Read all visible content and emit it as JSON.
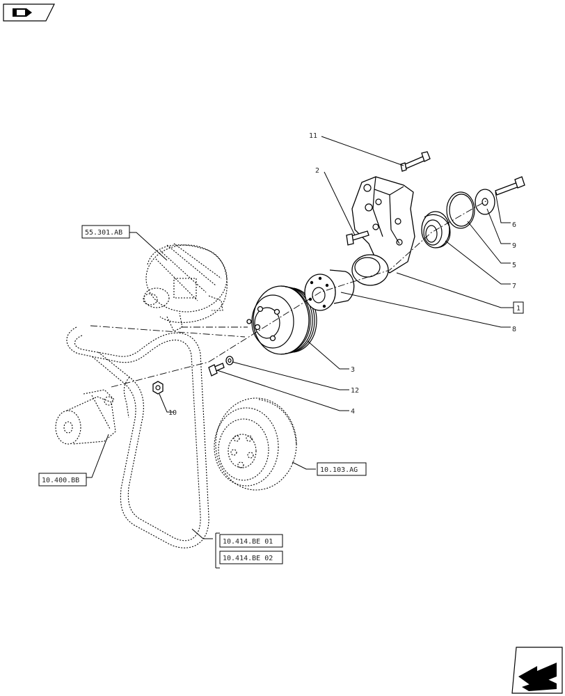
{
  "icons": {
    "book": "book-arrow-icon",
    "nav": "next-page-arrow-icon"
  },
  "callouts": {
    "n11": "11",
    "n2": "2",
    "n6": "6",
    "n9": "9",
    "n5": "5",
    "n7": "7",
    "n1": "1",
    "n8": "8",
    "n3": "3",
    "n12": "12",
    "n4": "4",
    "n10": "10"
  },
  "references": {
    "alternator": "55.301.AB",
    "tensioner": "10.400.BB",
    "damper": "10.103.AG",
    "belt_1": "10.414.BE 01",
    "belt_2": "10.414.BE 02"
  }
}
